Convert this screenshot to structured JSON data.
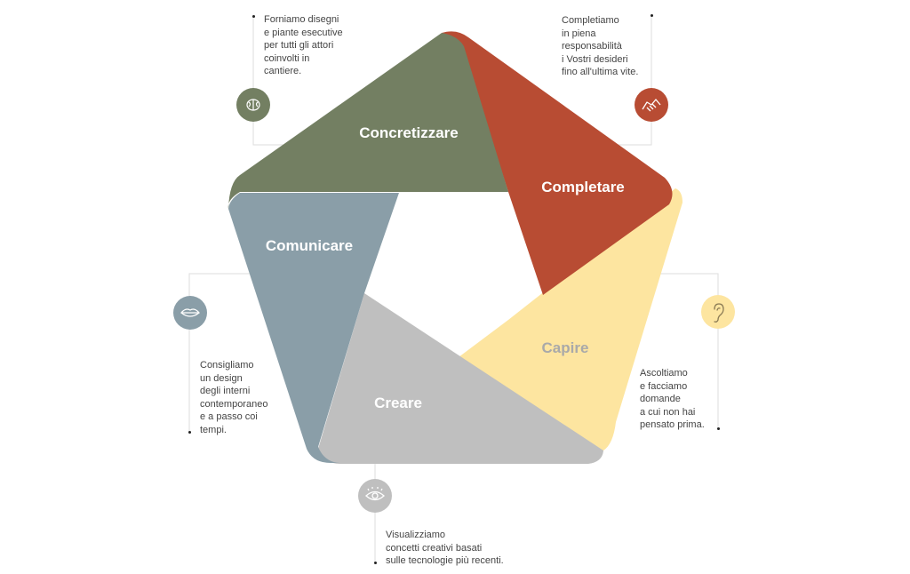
{
  "colors": {
    "concretizzare": "#737f62",
    "completare": "#b84c33",
    "capire": "#fde5a0",
    "creare": "#bfbfbf",
    "comunicare": "#8a9ea8"
  },
  "segments": [
    {
      "key": "concretizzare",
      "label": "Concretizzare",
      "icon": "brain-icon",
      "description": "Forniamo disegni\ne piante esecutive\nper tutti gli attori\ncoinvolti in\ncantiere."
    },
    {
      "key": "completare",
      "label": "Completare",
      "icon": "handshake-icon",
      "description": "Completiamo\nin piena\nresponsabilità\ni Vostri desideri\nfino all'ultima vite."
    },
    {
      "key": "capire",
      "label": "Capire",
      "icon": "ear-icon",
      "description": "Ascoltiamo\ne facciamo\ndomande\na cui non hai\npensato prima."
    },
    {
      "key": "creare",
      "label": "Creare",
      "icon": "eye-icon",
      "description": "Visualizziamo\nconcetti creativi basati\nsulle tecnologie più recenti."
    },
    {
      "key": "comunicare",
      "label": "Comunicare",
      "icon": "lips-icon",
      "description": "Consigliamo\nun design\ndegli interni\ncontemporaneo\ne a passo coi\ntempi."
    }
  ]
}
